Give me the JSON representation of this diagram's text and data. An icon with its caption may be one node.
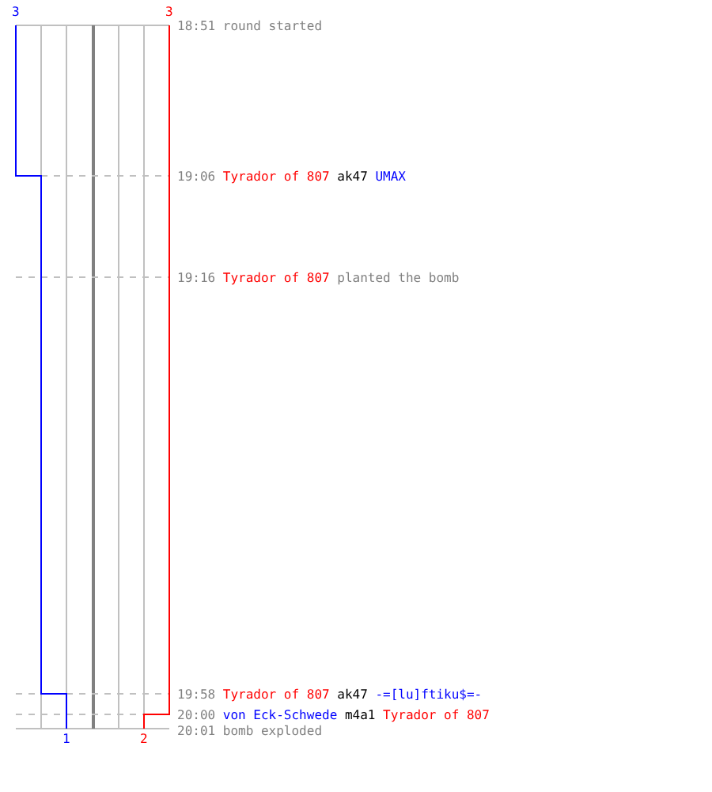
{
  "diagram": {
    "labels": [
      "3",
      "3",
      "18:51",
      "round started",
      "19:06",
      "Tyrador of 807",
      "ak47",
      "UMAX",
      "19:16",
      "Tyrador of 807",
      "planted the bomb",
      "19:58",
      "Tyrador of 807",
      "ak47",
      "-=[lu]ftiku$=-",
      "20:00",
      "von Eck-Schwede",
      "m4a1",
      "Tyrador of 807",
      "20:01",
      "bomb exploded",
      "1",
      "2"
    ]
  }
}
